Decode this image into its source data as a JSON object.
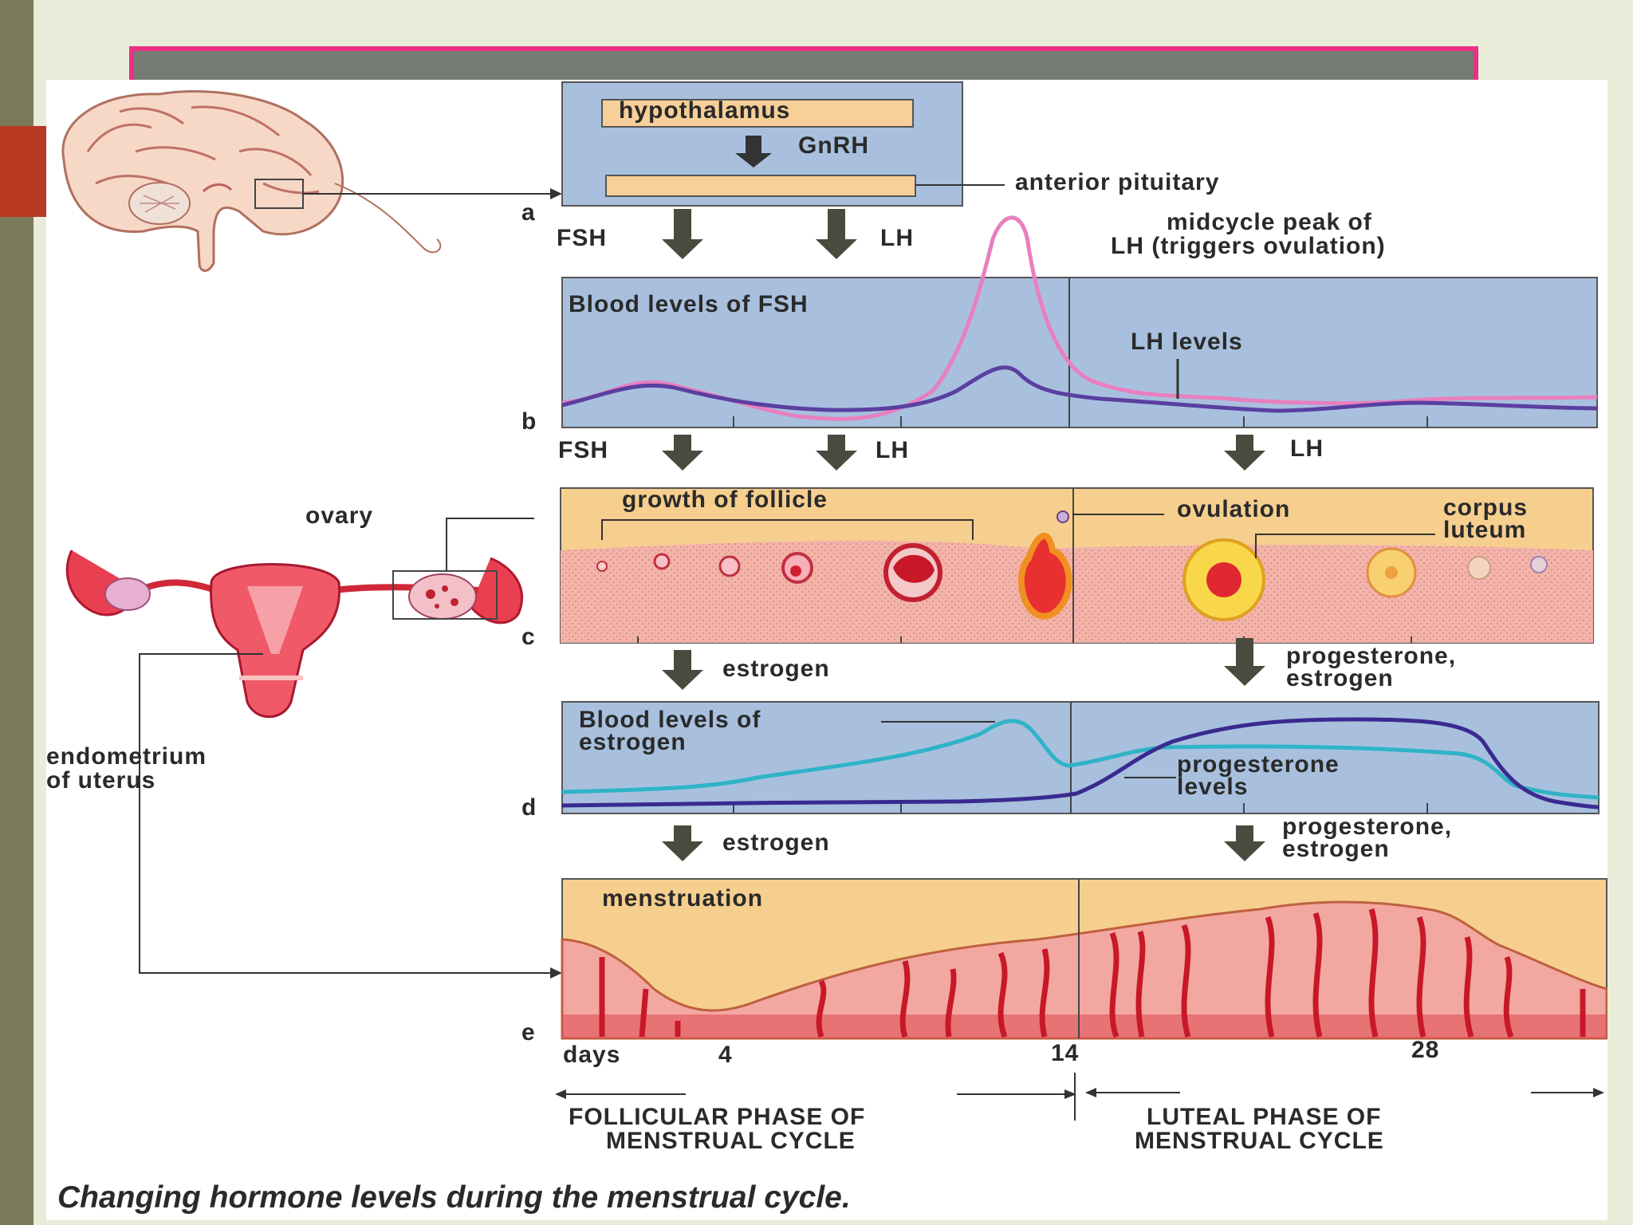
{
  "figure": {
    "caption": "Changing hormone levels during the menstrual cycle.",
    "panel_letters": [
      "a",
      "b",
      "c",
      "d",
      "e"
    ],
    "organs": {
      "ovary": "ovary",
      "endometrium_line1": "endometrium",
      "endometrium_line2": "of uterus"
    },
    "panel_a": {
      "hypothalamus": "hypothalamus",
      "gnrh": "GnRH",
      "anterior_pituitary": "anterior pituitary"
    },
    "arrows_ab": {
      "fsh": "FSH",
      "lh": "LH"
    },
    "panel_b": {
      "title": "Blood levels of FSH",
      "lh_levels": "LH levels",
      "peak_line1": "midcycle peak of",
      "peak_line2": "LH (triggers ovulation)"
    },
    "arrows_bc": {
      "fsh": "FSH",
      "lh1": "LH",
      "lh2": "LH"
    },
    "panel_c": {
      "growth": "growth of follicle",
      "ovulation": "ovulation",
      "corpus1": "corpus",
      "corpus2": "luteum"
    },
    "arrows_cd": {
      "estrogen": "estrogen",
      "prog1": "progesterone,",
      "prog2": "estrogen"
    },
    "panel_d": {
      "title1": "Blood levels of",
      "title2": "estrogen",
      "prog1": "progesterone",
      "prog2": "levels"
    },
    "arrows_de": {
      "estrogen": "estrogen",
      "prog1": "progesterone,",
      "prog2": "estrogen"
    },
    "panel_e": {
      "menstruation": "menstruation"
    },
    "axis": {
      "days": "days",
      "t4": "4",
      "t14": "14",
      "t28": "28"
    },
    "phases": {
      "follicular1": "FOLLICULAR PHASE OF",
      "follicular2": "MENSTRUAL CYCLE",
      "luteal1": "LUTEAL PHASE OF",
      "luteal2": "MENSTRUAL CYCLE"
    }
  },
  "colors": {
    "panel_blue": "#a8c0de",
    "panel_tan": "#f6cf8e",
    "box_tan": "#f7cf98",
    "fsh_curve": "#5b3fa0",
    "lh_curve": "#e87fbf",
    "estrogen_curve": "#2fb3c6",
    "progesterone_curve": "#3a2a8f",
    "tissue_pink": "#f0a8a0",
    "tissue_red": "#d83040",
    "title_border": "#ec2f86",
    "slide_bar": "#7b7a58",
    "accent_red": "#b83a22"
  }
}
